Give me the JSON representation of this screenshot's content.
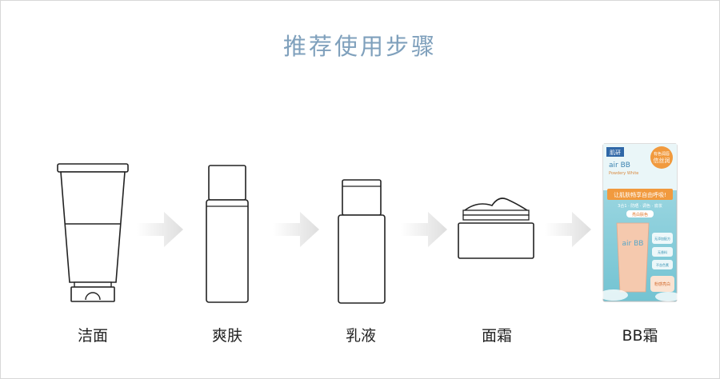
{
  "title": "推荐使用步骤",
  "steps": [
    {
      "label": "洁面",
      "icon": "tube-icon"
    },
    {
      "label": "爽肤",
      "icon": "toner-bottle-icon"
    },
    {
      "label": "乳液",
      "icon": "lotion-bottle-icon"
    },
    {
      "label": "面霜",
      "icon": "cream-jar-icon"
    },
    {
      "label": "BB霜",
      "icon": "bb-cream-package"
    }
  ],
  "bb_package": {
    "brand": "肌研",
    "badge_line1": "有色润唇",
    "badge_line2": "信丝润",
    "model": "air BB",
    "subtitle": "Powdery White",
    "tagline": "让肌肤畅享自由呼吸!",
    "features": "3合1 · 防晒 · 调色 · 底妆",
    "shade": "亮白肤色",
    "tube_text": "air BB",
    "side_1": "无添加配方",
    "side_2": "无香料",
    "side_3": "不含色素",
    "bottom": "粉感亮白"
  },
  "colors": {
    "title": "#7fa0bc",
    "outline": "#222222",
    "arrow_fill": "#e4e4e4",
    "package_sky": "#8ed0dc",
    "package_orange": "#f19a3e"
  }
}
